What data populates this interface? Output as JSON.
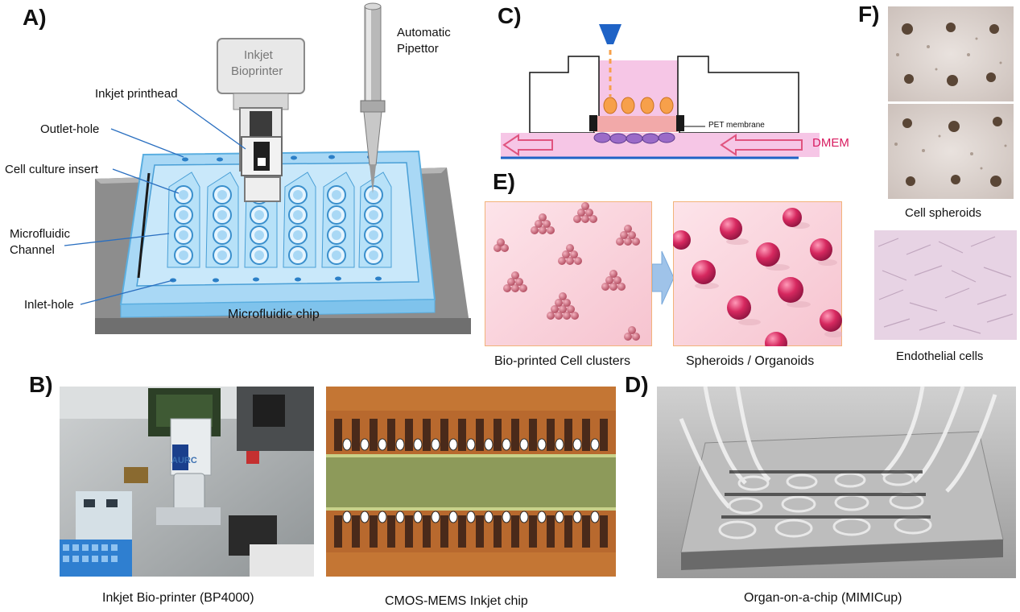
{
  "panels": {
    "a": {
      "letter": "A)",
      "printer_box_label_line1": "Inkjet",
      "printer_box_label_line2": "Bioprinter",
      "pipettor_line1": "Automatic",
      "pipettor_line2": "Pipettor",
      "printhead": "Inkjet  printhead",
      "outlet": "Outlet-hole",
      "insert": "Cell culture  insert",
      "channel_line1": "Microfluidic",
      "channel_line2": "Channel",
      "inlet": "Inlet-hole",
      "chip": "Microfluidic chip"
    },
    "b": {
      "letter": "B)",
      "caption_left": "Inkjet Bio-printer (BP4000)",
      "caption_right": "CMOS-MEMS  Inkjet chip",
      "printer_brand": "AURC"
    },
    "c": {
      "letter": "C)",
      "membrane": "PET membrane",
      "medium": "DMEM"
    },
    "d": {
      "letter": "D)",
      "caption": "Organ-on-a-chip (MIMICup)"
    },
    "e": {
      "letter": "E)",
      "caption_left": "Bio-printed Cell clusters",
      "caption_right": "Spheroids / Organoids"
    },
    "f": {
      "letter": "F)",
      "caption_top": "Cell spheroids",
      "caption_bottom": "Endothelial cells"
    }
  },
  "colors": {
    "chip_blue": "#a9d8f5",
    "chip_edge": "#5aaee0",
    "base_gray": "#8d8d8d",
    "leader_blue": "#2a6fc0",
    "membrane_pink": "#f6c6e6",
    "spheroid_orange": "#f7a04a",
    "cell_purple": "#9b6bc8",
    "arrow_pink": "#e0547f",
    "dmem_text": "#d81b60",
    "nozzle_blue": "#1f63c6",
    "sphere_magenta": "#d6285f",
    "cluster_rose": "#c2576b"
  }
}
